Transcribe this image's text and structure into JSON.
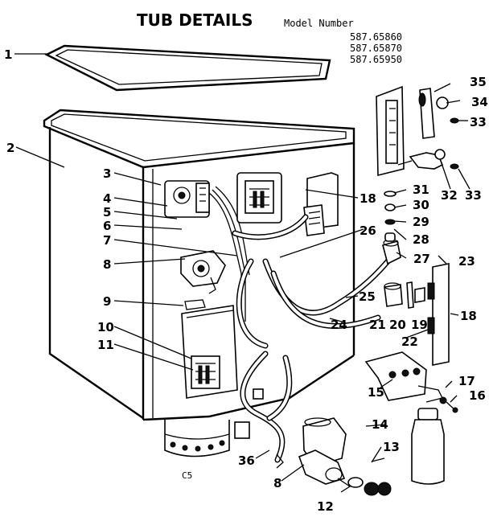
{
  "header": {
    "title": "TUB DETAILS",
    "model_label": "Model Number",
    "model_numbers": [
      "587.65860",
      "587.65870",
      "587.65950"
    ]
  },
  "callouts": [
    "1",
    "2",
    "3",
    "4",
    "5",
    "6",
    "7",
    "8",
    "9",
    "10",
    "11",
    "8",
    "12",
    "13",
    "14",
    "15",
    "16",
    "17",
    "18",
    "18",
    "19",
    "20",
    "21",
    "22",
    "23",
    "24",
    "25",
    "26",
    "27",
    "28",
    "29",
    "30",
    "31",
    "32",
    "33",
    "33",
    "34",
    "35",
    "36"
  ],
  "footer_code": "C5"
}
